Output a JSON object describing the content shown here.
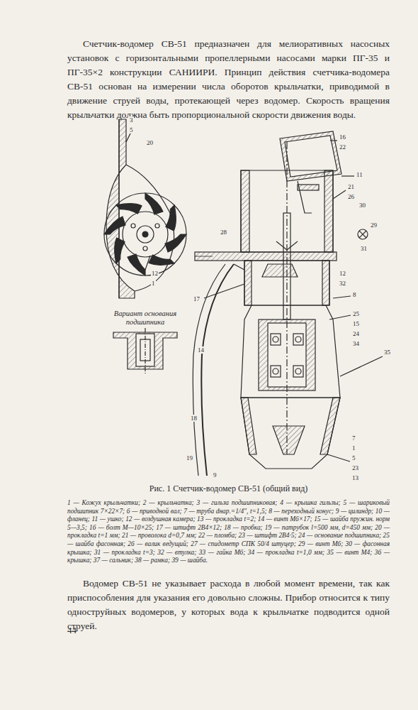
{
  "diagram": {
    "caption": "Рис. 1 Счетчик-водомер СВ-51 (общий вид)",
    "labels": [
      "Счетчик-водомер СВ-51 предназначен для мелиоративных насосных установок с горизонтальными пропеллерными насосами марки ПГ-35 и ПГ-35×2 конструкции САНИИРИ. Принцип действия счетчика-водомера СВ-51 основан на измерении числа оборотов крыльчатки, приводимой в движение струей воды, протекающей через водомер. Скорость вращения крыльчатки должна быть пропорциональной скорости движения воды.",
      "3",
      "5",
      "20",
      "12",
      "1",
      "16",
      "22",
      "11",
      "21",
      "26",
      "30",
      "29",
      "31",
      "28",
      "12",
      "32",
      "17",
      "8",
      "25",
      "15",
      "24",
      "34",
      "35",
      "14",
      "18",
      "19",
      "7",
      "1",
      "5",
      "23",
      "13",
      "9",
      "Вариант основания подшипника",
      "1 — Кожух крыльчатки; 2 — крыльчатка; 3 — гильза подшипниковая; 4 — крышка гильзы; 5 — шариковый подшипник 7×22×7; 6 — приводной вал; 7 — труба dнар.=1/4\", t=1,5; 8 — переходный конус; 9 — цилиндр; 10 — фланец; 11 — ушко; 12 — воздушная камера; 13 — прокладка t=2; 14 — винт М6×17; 15 — шайба пружин. норм 5—3,5; 16 — болт М—10×25; 17 — штифт 2В4×12; 18 — пробка; 19 — патрубок l=500 мм, d=450 мм; 20 — прокладка t=1 мм; 21 — проволока d=0,7 мм; 22 — пломба; 23 — штифт 2В4·5; 24 — основание подшипника; 25 — шайба фасонная; 26 — валик ведущий; 27 — спидометр СПК 50/4 штуцер; 29 — винт М6; 30 — фасонная крышка; 31 — прокладка t=3; 32 — втулка; 33 — гайка М6; 34 — прокладка t=1,0 мм; 35 — винт М4; 36 — крышка; 37 — сальник; 38 — рамка; 39 — шайба.",
      "Водомер СВ-51 не указывает расхода в любой момент времени, так как приспособления для указания его довольно сложны. Прибор относится к типу одноструйных водомеров, у которых вода к крыльчатке подводится одной струей.",
      "44"
    ]
  }
}
